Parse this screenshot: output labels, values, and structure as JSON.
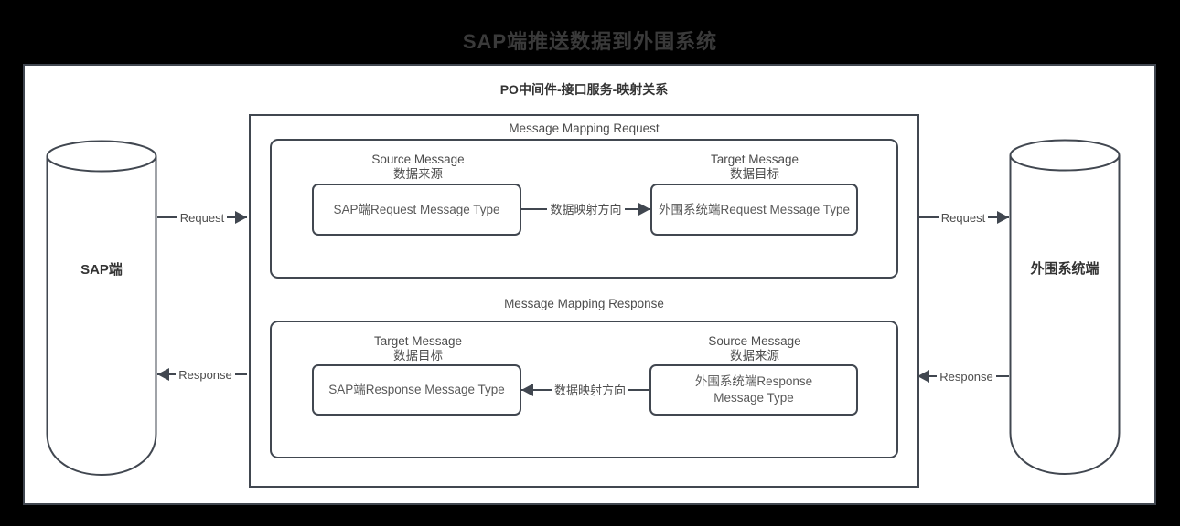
{
  "title": "SAP端推送数据到外围系统",
  "colors": {
    "bg": "#000000",
    "panel_bg": "#ffffff",
    "line": "#414750",
    "title_text": "#3a3a3a",
    "heading_text": "#333333",
    "body_text": "#595959",
    "label_text": "#4d4d4d"
  },
  "panel": {
    "title": "PO中间件-接口服务-映射关系",
    "left_cylinder_label": "SAP端",
    "right_cylinder_label": "外围系统端",
    "connectors": {
      "left_request": "Request",
      "left_response": "Response",
      "right_request": "Request",
      "right_response": "Response"
    },
    "request": {
      "title": "Message Mapping Request",
      "source_label": "Source Message",
      "source_sublabel": "数据来源",
      "target_label": "Target Message",
      "target_sublabel": "数据目标",
      "source_box": "SAP端Request Message Type",
      "target_box": "外围系统端Request Message Type",
      "arrow_label": "数据映射方向"
    },
    "response": {
      "title": "Message Mapping Response",
      "target_label": "Target Message",
      "target_sublabel": "数据目标",
      "source_label": "Source Message",
      "source_sublabel": "数据来源",
      "target_box": "SAP端Response Message Type",
      "source_box": "外围系统端Response Message Type",
      "arrow_label": "数据映射方向"
    }
  }
}
